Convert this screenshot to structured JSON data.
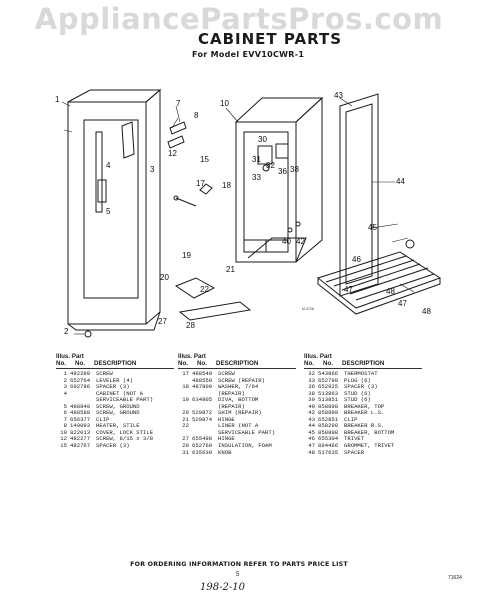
{
  "watermark": "AppliancePartsPros.com",
  "header": {
    "title": "CABINET PARTS",
    "subtitle": "For Model EVV10CWR-1"
  },
  "diagram": {
    "callouts": [
      "1",
      "2",
      "3",
      "4",
      "5",
      "7",
      "8",
      "10",
      "12",
      "15",
      "17",
      "18",
      "19",
      "20",
      "21",
      "22",
      "27",
      "28",
      "30",
      "31",
      "32",
      "33",
      "36",
      "38",
      "40",
      "42",
      "43",
      "44",
      "45",
      "46",
      "47",
      "48"
    ],
    "figure_code": "M-4726"
  },
  "parts_table": {
    "headers": {
      "line1": "Illus. Part",
      "illus": "No.",
      "part": "No.",
      "desc": "DESCRIPTION"
    },
    "columns": [
      {
        "rows": [
          {
            "i": "1",
            "p": "482289",
            "d": "SCREW"
          },
          {
            "i": "2",
            "p": "652764",
            "d": "LEVELER (4)"
          },
          {
            "i": "3",
            "p": "692786",
            "d": "SPACER (3)"
          },
          {
            "i": "4",
            "p": "",
            "d": "CABINET (NOT A"
          },
          {
            "i": "",
            "p": "",
            "d": "SERVICEABLE PART)"
          },
          {
            "i": "5",
            "p": "488840",
            "d": "SCREW, GROUND"
          },
          {
            "i": "6",
            "p": "488588",
            "d": "SCREW, GROUND"
          },
          {
            "i": "7",
            "p": "656377",
            "d": "CLIP"
          },
          {
            "i": "8",
            "p": "149093",
            "d": "HEATER, STILE"
          },
          {
            "i": "10",
            "p": "822013",
            "d": "COVER, LOCK STILE"
          },
          {
            "i": "12",
            "p": "482277",
            "d": "SCREW, 8/15 x 3/8"
          },
          {
            "i": "15",
            "p": "482767",
            "d": "SPACER (3)"
          }
        ]
      },
      {
        "rows": [
          {
            "i": "17",
            "p": "488549",
            "d": "SCREW"
          },
          {
            "i": "",
            "p": "488550",
            "d": "SCREW (REPAIR)"
          },
          {
            "i": "18",
            "p": "487800",
            "d": "WASHER, 7/64"
          },
          {
            "i": "",
            "p": "",
            "d": "(REPAIR)"
          },
          {
            "i": "19",
            "p": "634805",
            "d": "DIVA, BOTTOM"
          },
          {
            "i": "",
            "p": "",
            "d": "(REPAIR)"
          },
          {
            "i": "20",
            "p": "529872",
            "d": "SHIM (REPAIR)"
          },
          {
            "i": "21",
            "p": "529874",
            "d": "HINGE"
          },
          {
            "i": "22",
            "p": "",
            "d": "LINER (NOT A"
          },
          {
            "i": "",
            "p": "",
            "d": "SERVICEABLE PART)"
          },
          {
            "i": "27",
            "p": "655498",
            "d": "HINGE"
          },
          {
            "i": "28",
            "p": "652760",
            "d": "INSULATION, FOAM"
          },
          {
            "i": "31",
            "p": "635630",
            "d": "KNOB"
          }
        ]
      },
      {
        "rows": [
          {
            "i": "32",
            "p": "543866",
            "d": "THERMOSTAT"
          },
          {
            "i": "33",
            "p": "652790",
            "d": "PLUG (6)"
          },
          {
            "i": "36",
            "p": "652925",
            "d": "SPACER (3)"
          },
          {
            "i": "38",
            "p": "513863",
            "d": "STUD (6)"
          },
          {
            "i": "39",
            "p": "513851",
            "d": "STUD (6)"
          },
          {
            "i": "40",
            "p": "858898",
            "d": "BREAKER, TOP"
          },
          {
            "i": "42",
            "p": "858899",
            "d": "BREAKER L.S."
          },
          {
            "i": "43",
            "p": "652851",
            "d": "CLIP"
          },
          {
            "i": "44",
            "p": "858298",
            "d": "BREAKER R.S."
          },
          {
            "i": "45",
            "p": "858898",
            "d": "BREAKER, BOTTOM"
          },
          {
            "i": "46",
            "p": "655304",
            "d": "TRIVET"
          },
          {
            "i": "47",
            "p": "894466",
            "d": "GROMMET, TRIVET"
          },
          {
            "i": "48",
            "p": "517635",
            "d": "SPACER"
          }
        ]
      }
    ]
  },
  "footer": {
    "note": "FOR ORDERING INFORMATION REFER TO PARTS PRICE LIST",
    "page": "5",
    "handwritten": "198-2-10",
    "code": "71624"
  }
}
